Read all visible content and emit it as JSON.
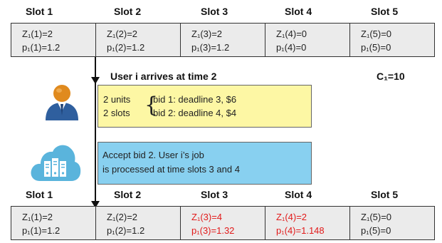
{
  "top_headers": [
    "Slot 1",
    "Slot 2",
    "Slot 3",
    "Slot 4",
    "Slot 5"
  ],
  "bottom_headers": [
    "Slot 1",
    "Slot 2",
    "Slot 3",
    "Slot 4",
    "Slot 5"
  ],
  "top_slots": [
    {
      "z": "Z₁(1)=2",
      "p": "p₁(1)=1.2"
    },
    {
      "z": "Z₁(2)=2",
      "p": "p₁(2)=1.2"
    },
    {
      "z": "Z₁(3)=2",
      "p": "p₁(3)=1.2"
    },
    {
      "z": "Z₁(4)=0",
      "p": "p₁(4)=0"
    },
    {
      "z": "Z₁(5)=0",
      "p": "p₁(5)=0"
    }
  ],
  "bottom_slots": [
    {
      "z": "Z₁(1)=2",
      "p": "p₁(1)=1.2"
    },
    {
      "z": "Z₁(2)=2",
      "p": "p₁(2)=1.2"
    },
    {
      "z": "Z₁(3)=4",
      "p": "p₁(3)=1.32"
    },
    {
      "z": "Z₁(4)=2",
      "p": "p₁(4)=1.148"
    },
    {
      "z": "Z₁(5)=0",
      "p": "p₁(5)=0"
    }
  ],
  "arrival": "User i arrives at time 2",
  "capacity": "C₁=10",
  "bid_box": {
    "line1_left": "2 units",
    "line2_left": "2 slots",
    "brace": "{",
    "bid1": "bid 1: deadline 3, $6",
    "bid2": "bid 2: deadline 4, $4"
  },
  "accept_box": {
    "line1": "Accept bid 2. User i’s job",
    "line2": "is processed at time slots 3 and 4"
  },
  "colors": {
    "slot_fill": "#ebebeb",
    "bid_fill": "#fdf7a4",
    "accept_fill": "#88d0f0",
    "changed_text": "#e21a1a",
    "user_body": "#2f5f9e",
    "user_head": "#e08a1e",
    "cloud": "#5ab4dc"
  },
  "icons": [
    "user-icon",
    "cloud-server-icon"
  ]
}
